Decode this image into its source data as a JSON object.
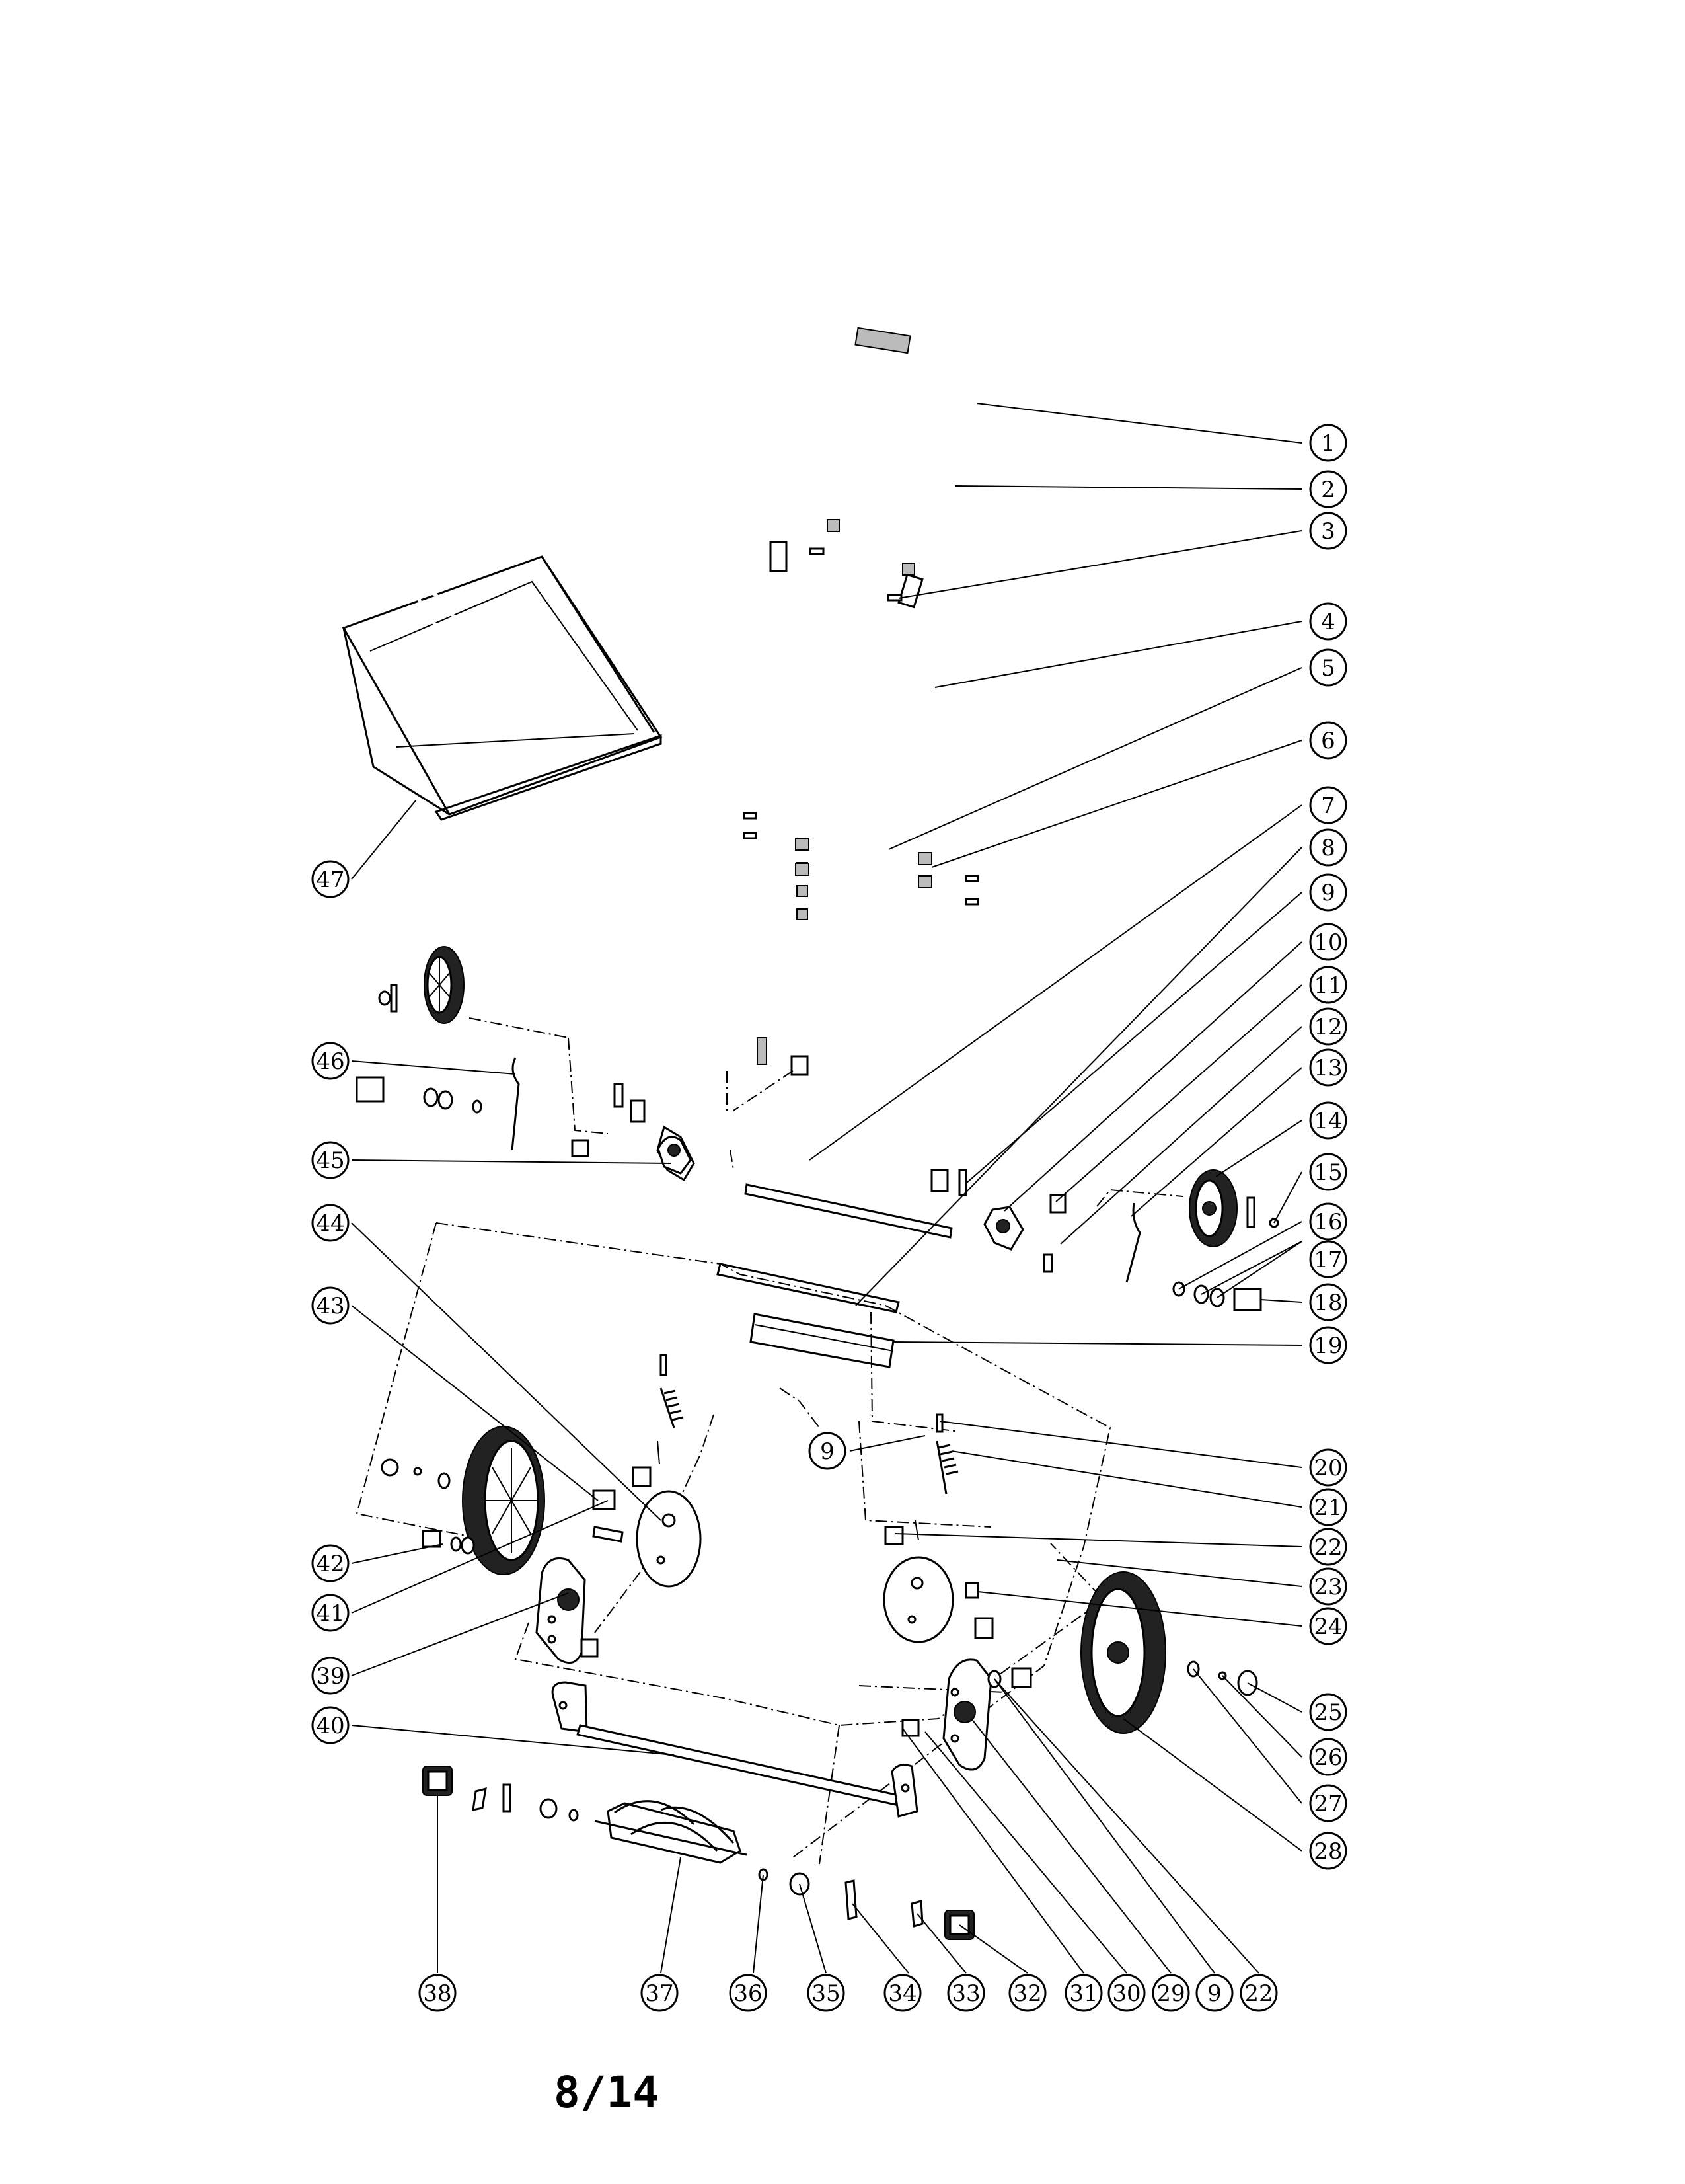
{
  "page_number": "8/14",
  "callouts": [
    {
      "label": "1"
    },
    {
      "label": "2"
    },
    {
      "label": "3"
    },
    {
      "label": "4"
    },
    {
      "label": "5"
    },
    {
      "label": "6"
    },
    {
      "label": "7"
    },
    {
      "label": "8"
    },
    {
      "label": "9"
    },
    {
      "label": "10"
    },
    {
      "label": "11"
    },
    {
      "label": "12"
    },
    {
      "label": "13"
    },
    {
      "label": "14"
    },
    {
      "label": "15"
    },
    {
      "label": "16"
    },
    {
      "label": "17"
    },
    {
      "label": "18"
    },
    {
      "label": "19"
    },
    {
      "label": "20"
    },
    {
      "label": "21"
    },
    {
      "label": "22"
    },
    {
      "label": "23"
    },
    {
      "label": "24"
    },
    {
      "label": "25"
    },
    {
      "label": "26"
    },
    {
      "label": "27"
    },
    {
      "label": "28"
    },
    {
      "label": "40"
    },
    {
      "label": "39"
    },
    {
      "label": "41"
    },
    {
      "label": "42"
    },
    {
      "label": "43"
    },
    {
      "label": "44"
    },
    {
      "label": "45"
    },
    {
      "label": "46"
    },
    {
      "label": "47"
    },
    {
      "label": "9"
    },
    {
      "label": "38"
    },
    {
      "label": "37"
    },
    {
      "label": "36"
    },
    {
      "label": "35"
    },
    {
      "label": "34"
    },
    {
      "label": "33"
    },
    {
      "label": "32"
    },
    {
      "label": "31"
    },
    {
      "label": "30"
    },
    {
      "label": "29"
    },
    {
      "label": "9"
    },
    {
      "label": "22"
    }
  ]
}
